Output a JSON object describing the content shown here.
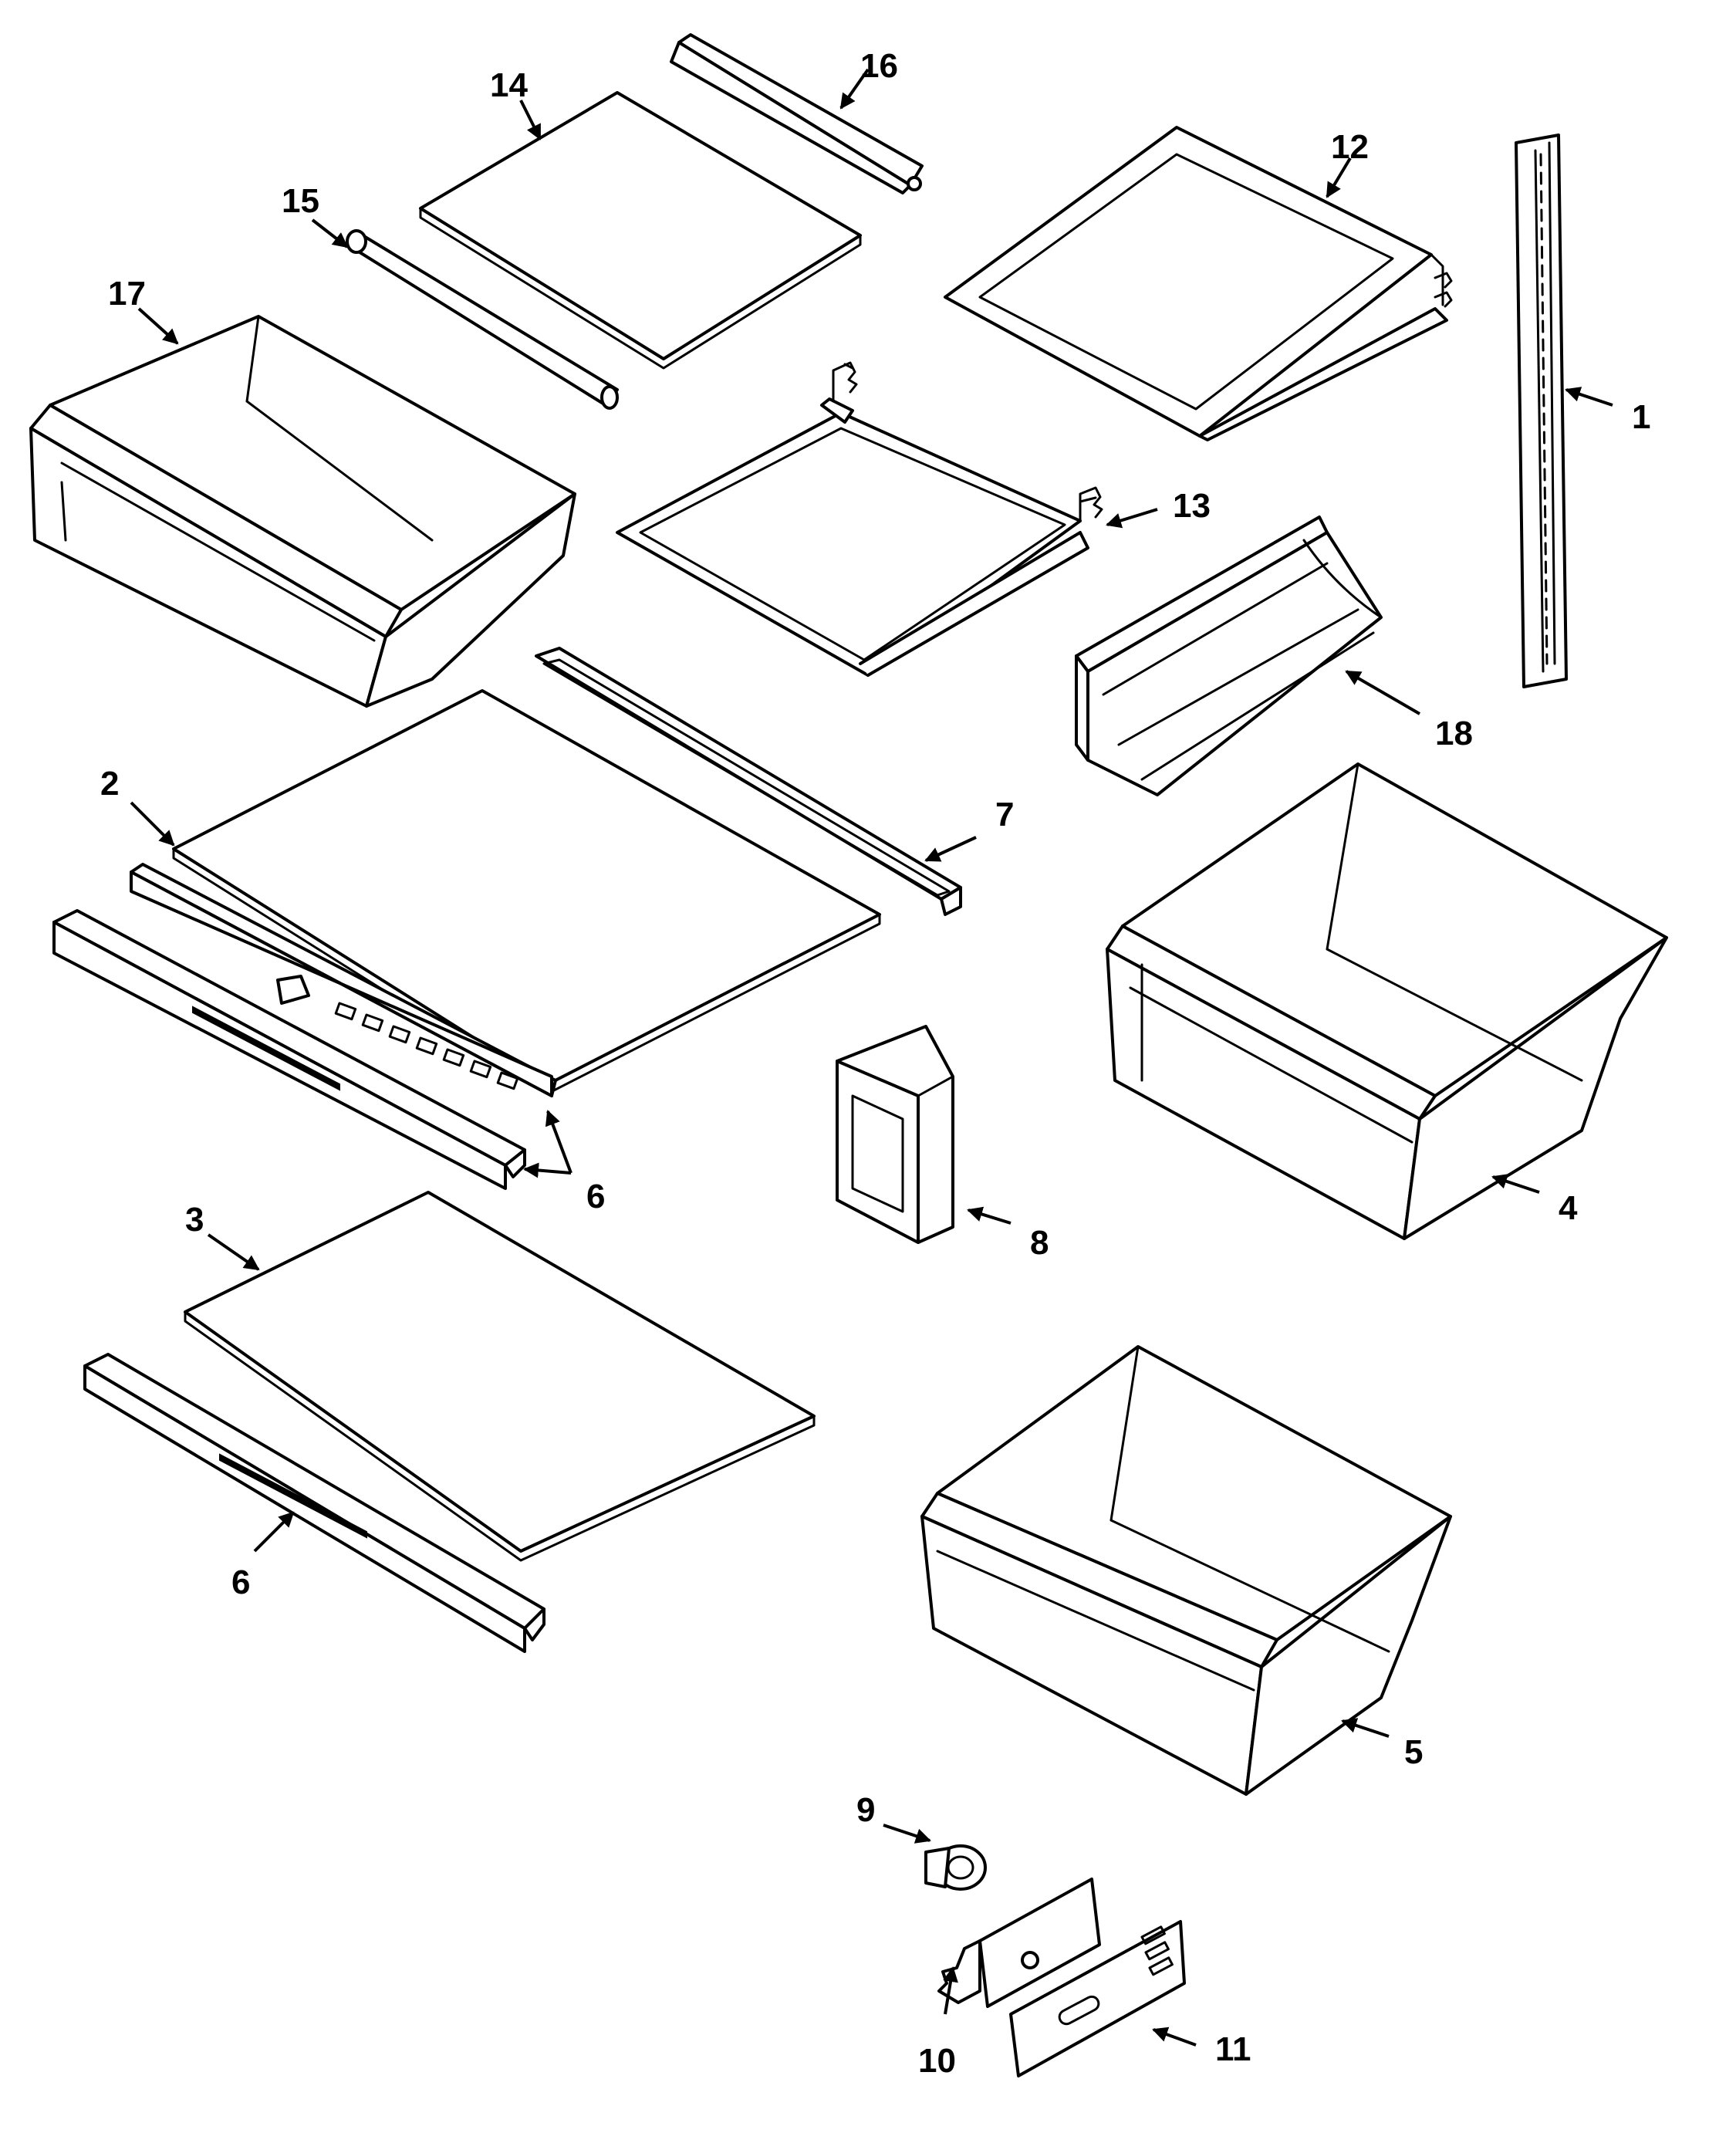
{
  "diagram": {
    "callouts": {
      "c1": "1",
      "c2": "2",
      "c3": "3",
      "c4": "4",
      "c5": "5",
      "c6a": "6",
      "c6b": "6",
      "c7": "7",
      "c8": "8",
      "c9": "9",
      "c10": "10",
      "c11": "11",
      "c12": "12",
      "c13": "13",
      "c14": "14",
      "c15": "15",
      "c16": "16",
      "c17": "17",
      "c18": "18"
    },
    "colors": {
      "line": "#000000",
      "background": "#ffffff"
    }
  }
}
